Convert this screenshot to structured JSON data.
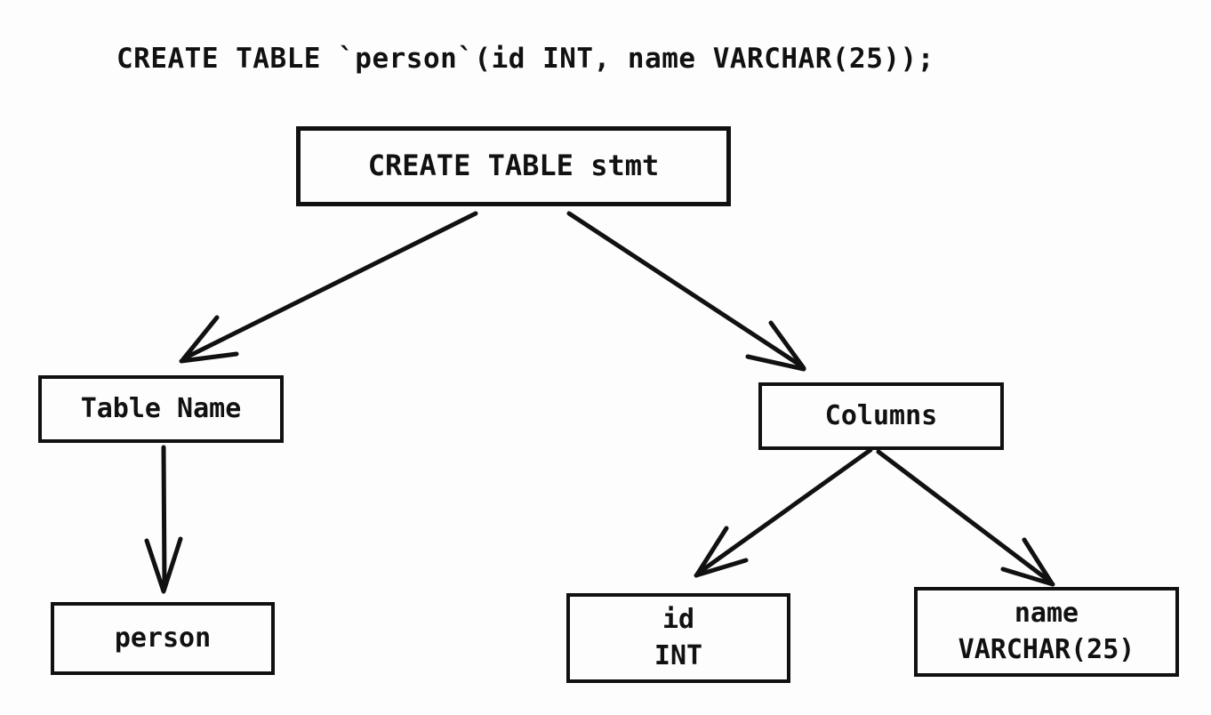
{
  "colors": {
    "background": "#fdfdfd",
    "ink": "#111111"
  },
  "sql_statement": "CREATE TABLE `person`(id INT, name VARCHAR(25));",
  "tree": {
    "root": {
      "label": "CREATE TABLE stmt"
    },
    "table_name": {
      "label": "Table Name"
    },
    "columns": {
      "label": "Columns"
    },
    "person": {
      "label": "person"
    },
    "id_column": {
      "name": "id",
      "type": "INT"
    },
    "name_column": {
      "name": "name",
      "type": "VARCHAR(25)"
    }
  }
}
